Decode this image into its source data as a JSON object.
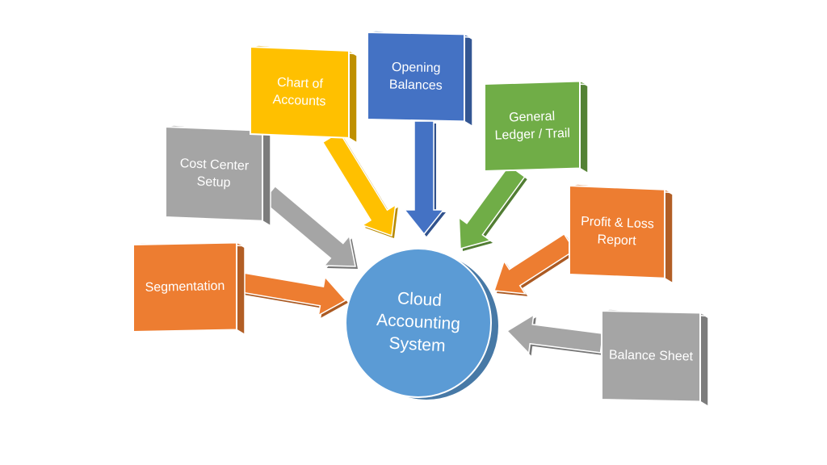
{
  "diagram": {
    "center": {
      "lines": [
        "Cloud",
        "Accounting",
        "System"
      ],
      "color": "#5b9bd5"
    },
    "nodes": [
      {
        "id": "segmentation",
        "lines": [
          "Segmentation"
        ],
        "color": "#ed7d31"
      },
      {
        "id": "cost-center-setup",
        "lines": [
          "Cost Center",
          "Setup"
        ],
        "color": "#a5a5a5"
      },
      {
        "id": "chart-of-accounts",
        "lines": [
          "Chart of",
          "Accounts"
        ],
        "color": "#ffc000"
      },
      {
        "id": "opening-balances",
        "lines": [
          "Opening",
          "Balances"
        ],
        "color": "#4472c4"
      },
      {
        "id": "general-ledger-trail",
        "lines": [
          "General",
          "Ledger / Trail"
        ],
        "color": "#70ad47"
      },
      {
        "id": "profit-loss-report",
        "lines": [
          "Profit & Loss",
          "Report"
        ],
        "color": "#ed7d31"
      },
      {
        "id": "balance-sheet",
        "lines": [
          "Balance Sheet"
        ],
        "color": "#a5a5a5"
      }
    ]
  }
}
